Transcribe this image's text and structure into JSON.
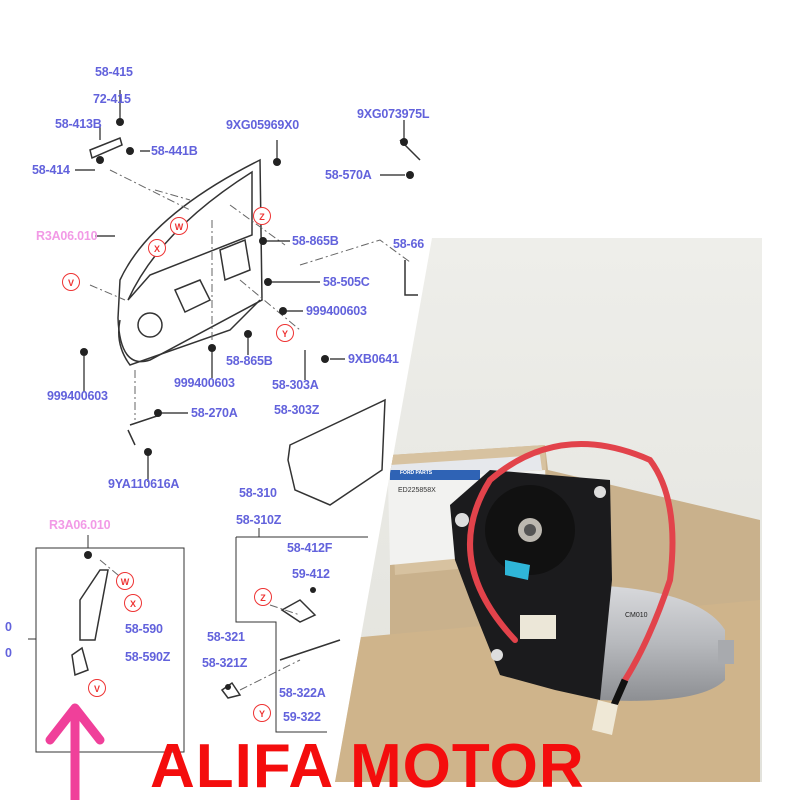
{
  "diagram": {
    "labels": {
      "l1": "58-415",
      "l2": "72-415",
      "l3": "58-413B",
      "l4": "9XG05969X0",
      "l5": "9XG073975L",
      "l6": "58-441B",
      "l7": "58-414",
      "l8": "58-570A",
      "l9": "R3A06.010",
      "l10": "58-865B",
      "l11": "58-66",
      "l12": "58-505C",
      "l13": "999400603",
      "l14": "9XB0641",
      "l15": "58-865B",
      "l16": "999400603",
      "l17": "58-303A",
      "l18": "999400603",
      "l19": "58-303Z",
      "l20": "58-270A",
      "l21": "9YA110616A",
      "l22": "58-310",
      "l23": "58-310Z",
      "l24": "R3A06.010",
      "l25": "58-412F",
      "l26": "59-412",
      "l27": "58-590",
      "l28": "58-590Z",
      "l29": "58-321",
      "l30": "58-321Z",
      "l31": "58-322A",
      "l32": "59-322",
      "l33": "0",
      "l34": "0"
    },
    "markers": {
      "w1": "W",
      "x1": "X",
      "z1": "Z",
      "v1": "V",
      "y1": "Y",
      "w2": "W",
      "x2": "X",
      "v2": "V",
      "z2": "Z",
      "y2": "Y"
    }
  },
  "photo": {
    "box_brand": "FORD PARTS",
    "box_part_number": "ED225858X",
    "motor_text": "CM010"
  },
  "watermark": "ALIFA MOTOR",
  "colors": {
    "label": "#6262dc",
    "pink_label": "#f29ae6",
    "marker": "#ee3333",
    "watermark": "#f40d0d",
    "arrow": "#f0409a"
  }
}
